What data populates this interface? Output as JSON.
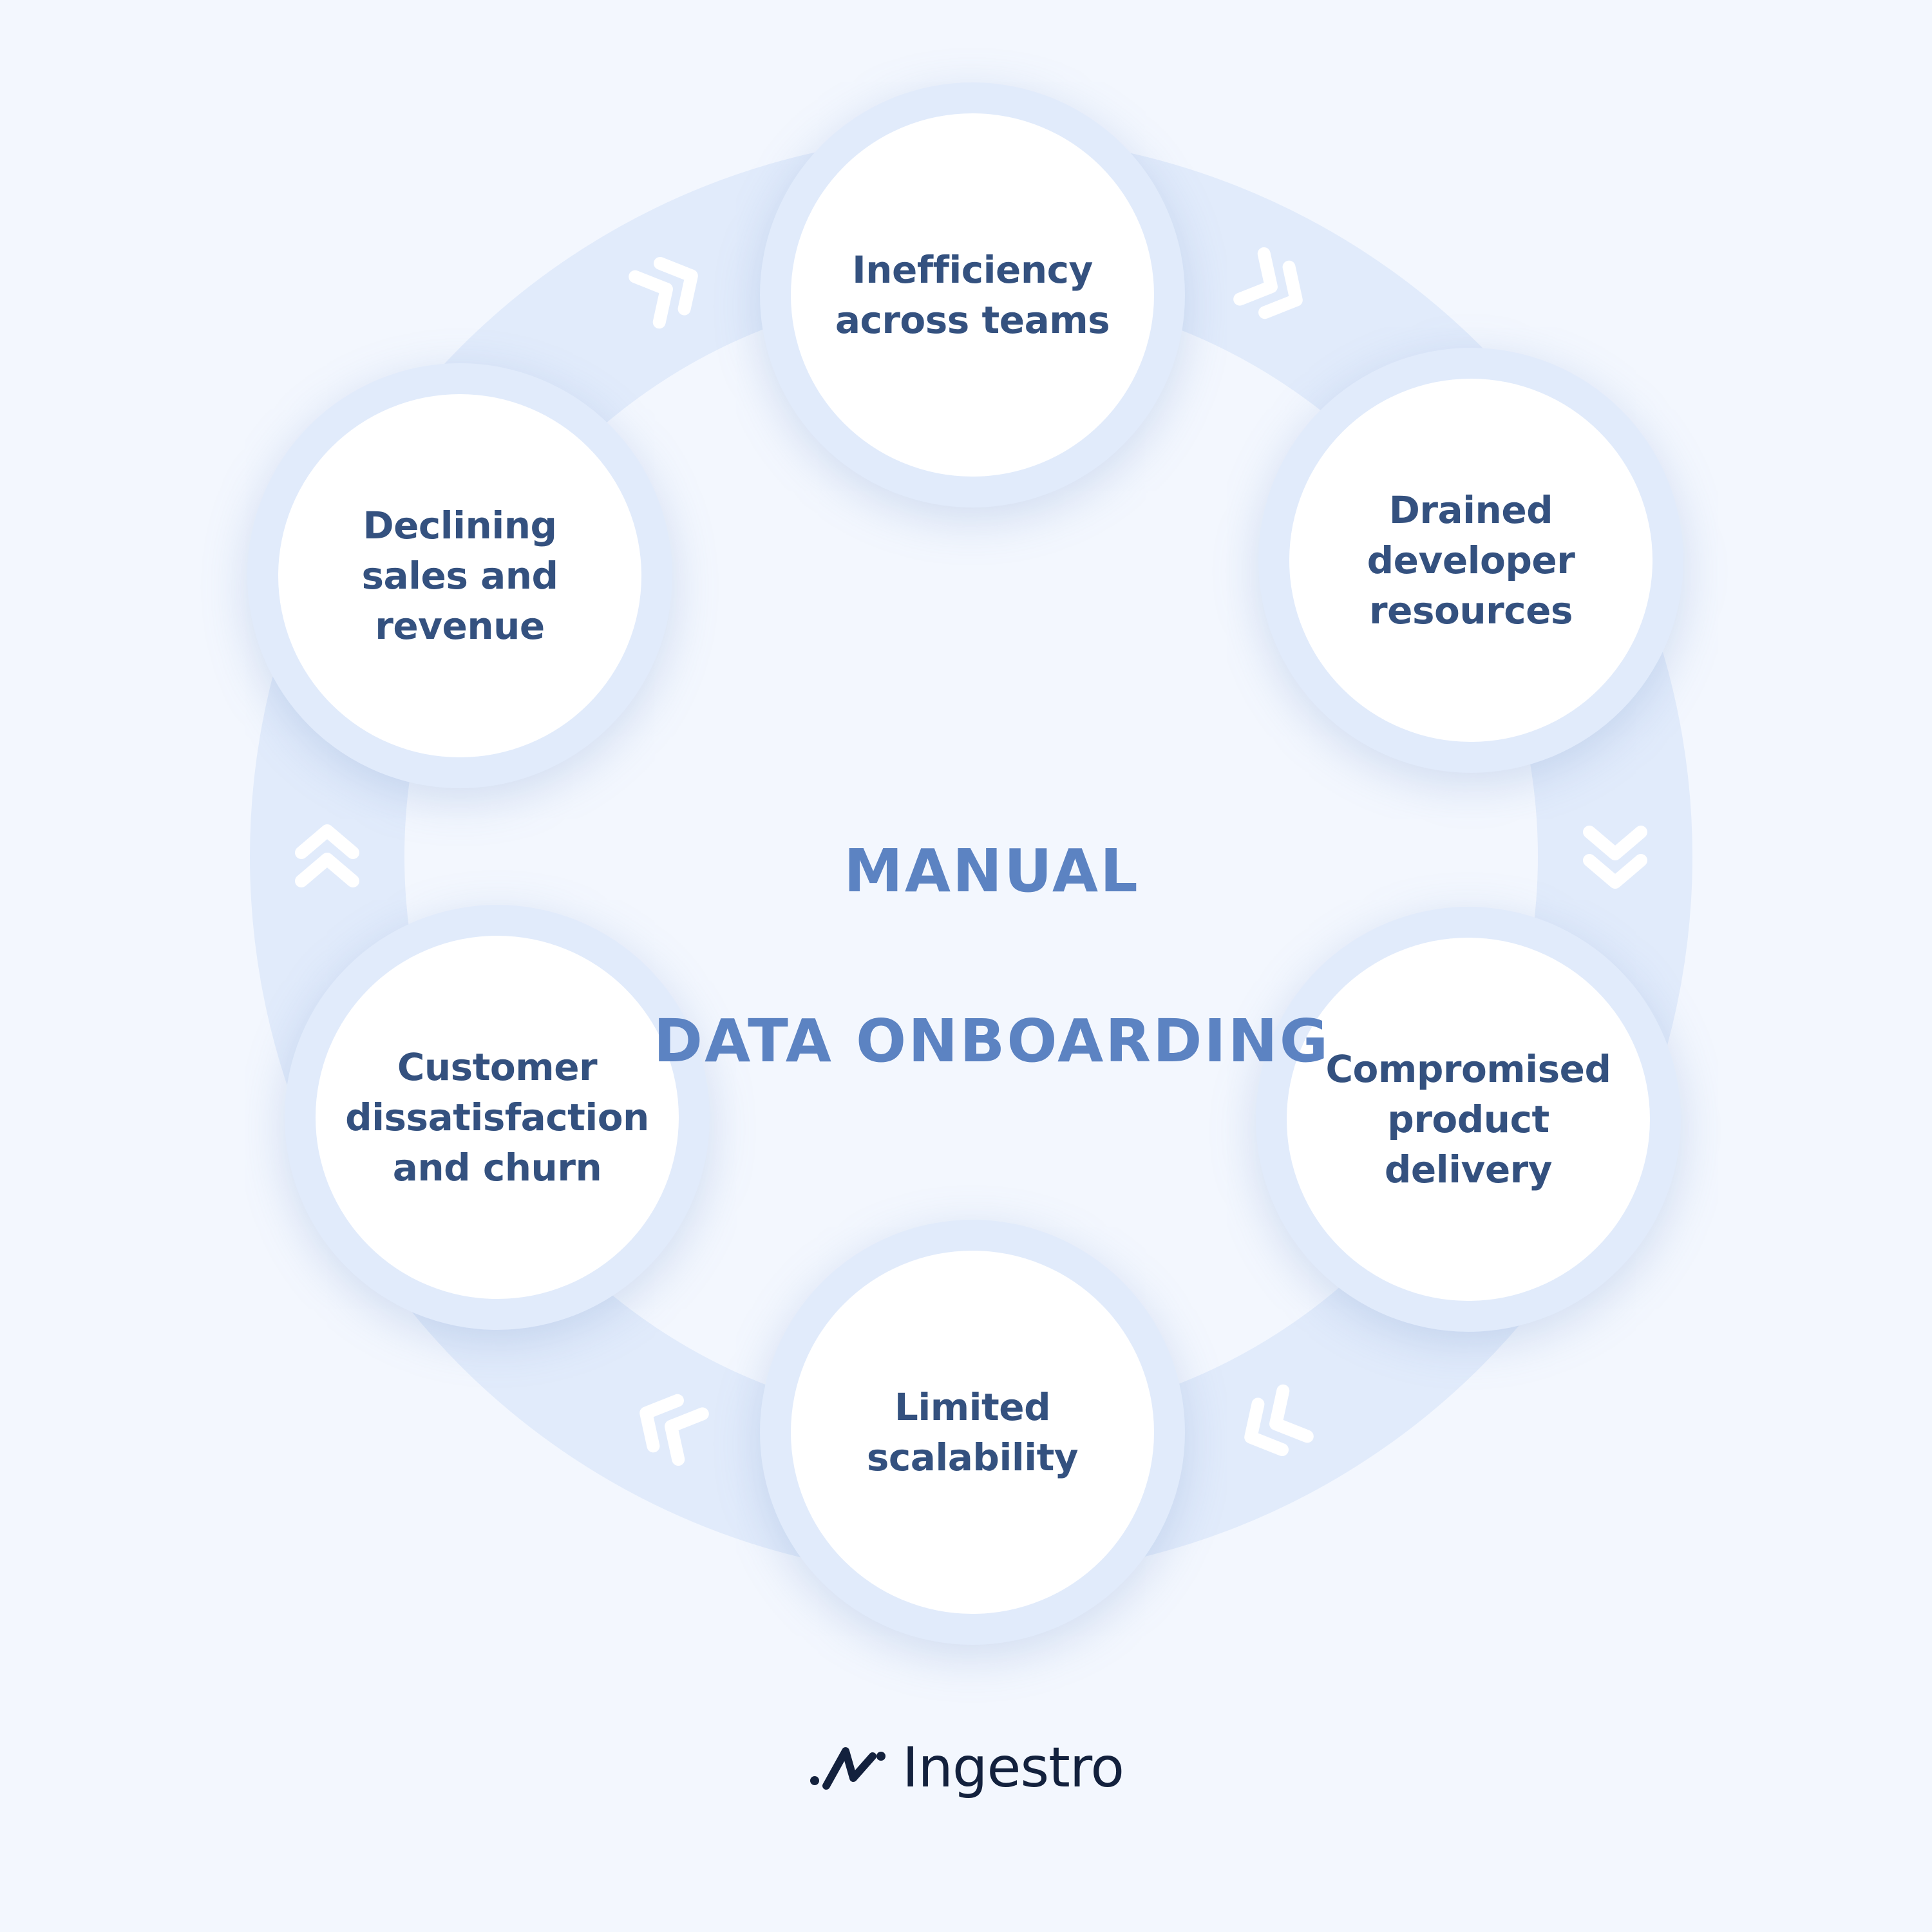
{
  "title": {
    "lines": [
      "MANUAL",
      "DATA ONBOARDING"
    ]
  },
  "nodes": [
    {
      "id": "inefficiency",
      "label": "Inefficiency\nacross teams"
    },
    {
      "id": "drained-developer",
      "label": "Drained\ndeveloper\nresources"
    },
    {
      "id": "compromised-delivery",
      "label": "Compromised\nproduct\ndelivery"
    },
    {
      "id": "limited-scalability",
      "label": "Limited\nscalability"
    },
    {
      "id": "customer-churn",
      "label": "Customer\ndissatisfaction\nand churn"
    },
    {
      "id": "declining-sales",
      "label": "Declining\nsales and\nrevenue"
    }
  ],
  "brand": {
    "name": "Ingestro",
    "icon": "ingestro-logo-icon"
  },
  "colors": {
    "background": "#f3f7fe",
    "ring": "#e1ebfb",
    "node_text": "#34517f",
    "title_text": "#5c83c2",
    "chevron": "#ffffff",
    "brand_text": "#13213d"
  }
}
